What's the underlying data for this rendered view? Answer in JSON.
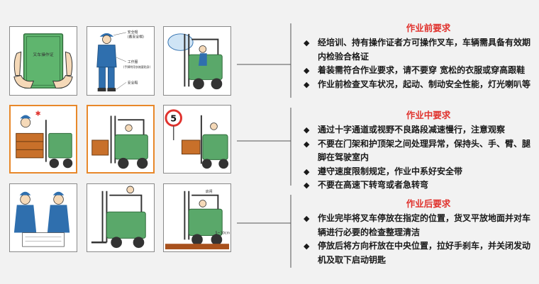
{
  "sections": [
    {
      "title": "作业前要求",
      "items": [
        "经培训、持有操作证者方可操作叉车，车辆需具备有效期内检验合格证",
        "着装需符合作业要求，请不要穿 宽松的衣服或穿高跟鞋",
        "作业前检查叉车状况，起动、制动安全性能，灯光喇叭等"
      ]
    },
    {
      "title": "作业中要求",
      "items": [
        "通过十字通道或视野不良路段减速慢行，注意观察",
        "不要在门架和护顶架之间处理异常，保持头、手、臂、腿脚在驾驶室内",
        "遵守速度限制规定，作业中系好安全带",
        "不要在高速下转弯或者急转弯"
      ]
    },
    {
      "title": "作业后要求",
      "items": [
        "作业完毕将叉车停放在指定的位置，货叉平放地面并对车辆进行必要的检查整理清洁",
        "停放后将方向杆放在中央位置，拉好手刹车，并关闭发动机及取下启动钥匙"
      ]
    }
  ],
  "images": {
    "book_title": "叉车操作证",
    "helmet_label": "安全帽",
    "helmet_sub": "(戴安全帽)",
    "uniform_label": "工作服",
    "uniform_sub": "(手脚附用衣袖要贴身)",
    "shoes_label": "安全鞋",
    "speed_sign": "5",
    "ground_label": "5~10cm",
    "start_label": "启闸"
  },
  "colors": {
    "accent_red": "#e0322d",
    "frame_orange": "#e8882a",
    "forklift_green": "#5aa86a",
    "worker_blue": "#2f6fae"
  }
}
